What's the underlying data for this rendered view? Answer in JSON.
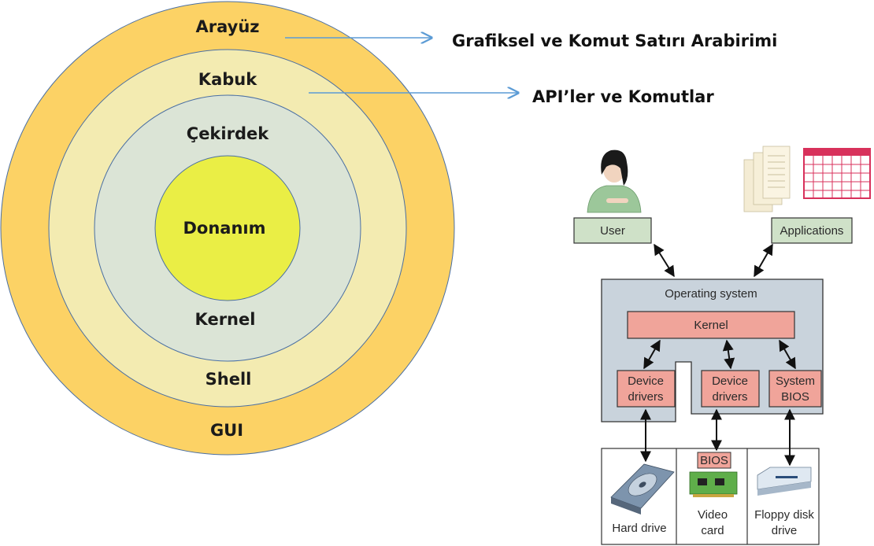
{
  "layers": {
    "outer_label": "Arayüz",
    "outer_label_en": "GUI",
    "shell_label": "Kabuk",
    "shell_label_en": "Shell",
    "kernel_label": "Çekirdek",
    "kernel_label_en": "Kernel",
    "hardware_label": "Donanım"
  },
  "annotations": {
    "interface_note": "Grafiksel ve Komut Satırı Arabirimi",
    "shell_note": "API’ler ve Komutlar"
  },
  "os_diagram": {
    "user": "User",
    "applications": "Applications",
    "operating_system": "Operating system",
    "kernel": "Kernel",
    "device_drivers_1_line1": "Device",
    "device_drivers_1_line2": "drivers",
    "device_drivers_2_line1": "Device",
    "device_drivers_2_line2": "drivers",
    "system_bios_line1": "System",
    "system_bios_line2": "BIOS",
    "bios_chip": "BIOS",
    "hard_drive": "Hard drive",
    "video_card_line1": "Video",
    "video_card_line2": "card",
    "floppy_line1": "Floppy disk",
    "floppy_line2": "drive"
  },
  "colors": {
    "outer_ring": "#fcd265",
    "shell_ring": "#f3ebb1",
    "kernel_ring": "#dbe4d6",
    "hardware_core": "#eaee45",
    "arrow_blue": "#5b9bd5",
    "green_box": "#cfe1c8",
    "pink_box": "#f0a49a",
    "os_panel": "#c9d3dc"
  }
}
